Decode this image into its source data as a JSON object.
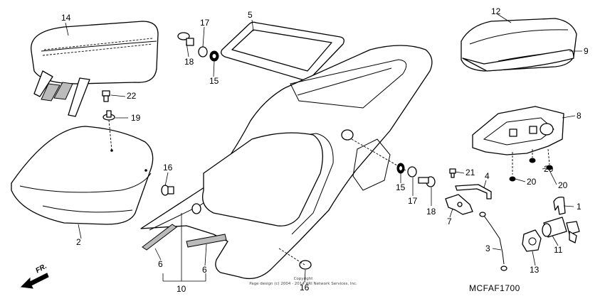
{
  "diagram_code": "MCFAF1700",
  "direction_label": "FR.",
  "copyright_line1": "Copyright",
  "copyright_line2": "Page design (c) 2004 - 2014 ARI Network Services, Inc.",
  "callouts": [
    {
      "id": "c14",
      "text": "14"
    },
    {
      "id": "c22",
      "text": "22"
    },
    {
      "id": "c19",
      "text": "19"
    },
    {
      "id": "c2",
      "text": "2"
    },
    {
      "id": "c17a",
      "text": "17"
    },
    {
      "id": "c18a",
      "text": "18"
    },
    {
      "id": "c15a",
      "text": "15"
    },
    {
      "id": "c5",
      "text": "5"
    },
    {
      "id": "c12",
      "text": "12"
    },
    {
      "id": "c9",
      "text": "9"
    },
    {
      "id": "c8",
      "text": "8"
    },
    {
      "id": "c16a",
      "text": "16"
    },
    {
      "id": "c15b",
      "text": "15"
    },
    {
      "id": "c17b",
      "text": "17"
    },
    {
      "id": "c18b",
      "text": "18"
    },
    {
      "id": "c21",
      "text": "21"
    },
    {
      "id": "c4",
      "text": "4"
    },
    {
      "id": "c20a",
      "text": "20"
    },
    {
      "id": "c20b",
      "text": "20"
    },
    {
      "id": "c20c",
      "text": "20"
    },
    {
      "id": "c1",
      "text": "1"
    },
    {
      "id": "c7",
      "text": "7"
    },
    {
      "id": "c11",
      "text": "11"
    },
    {
      "id": "c3",
      "text": "3"
    },
    {
      "id": "c13",
      "text": "13"
    },
    {
      "id": "c6a",
      "text": "6"
    },
    {
      "id": "c6b",
      "text": "6"
    },
    {
      "id": "c10",
      "text": "10"
    },
    {
      "id": "c16b",
      "text": "16"
    }
  ]
}
